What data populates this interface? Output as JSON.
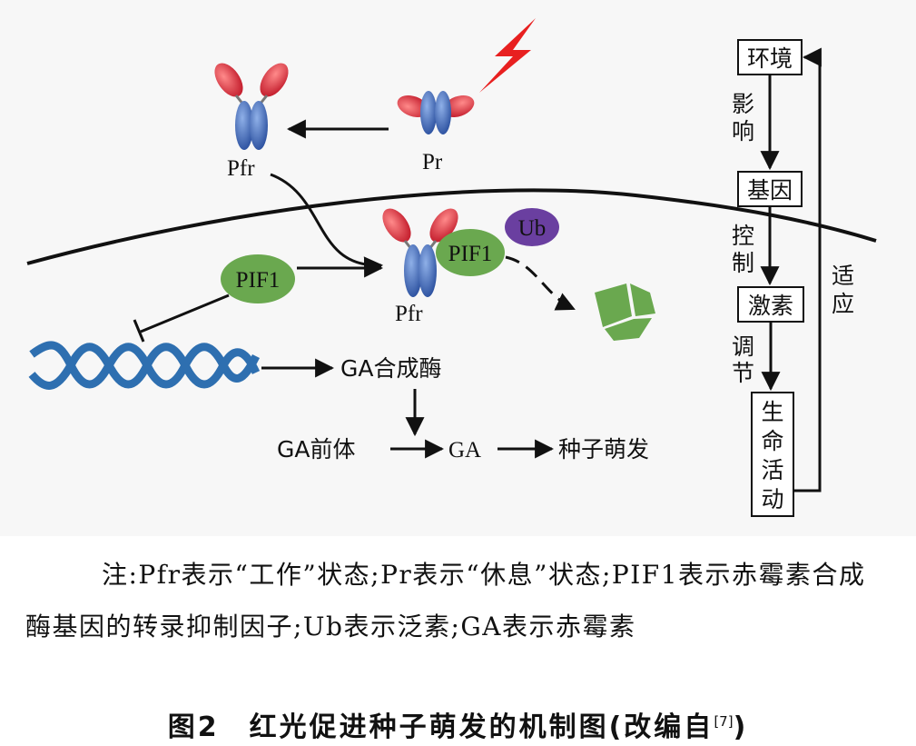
{
  "labels": {
    "pfr_top": "Pfr",
    "pr": "Pr",
    "pfr_bottom": "Pfr",
    "pif1_free": "PIF1",
    "pif1_bound": "PIF1",
    "ub": "Ub",
    "ga_synthase": "GA合成酶",
    "ga_precursor": "GA前体",
    "ga": "GA",
    "germination": "种子萌发"
  },
  "right_chain": {
    "box_environment": "环境",
    "edge_influence": [
      "影",
      "响"
    ],
    "box_gene": "基因",
    "edge_control": [
      "控",
      "制"
    ],
    "box_hormone": "激素",
    "edge_regulate": [
      "调",
      "节"
    ],
    "box_life": [
      "生",
      "命",
      "活",
      "动"
    ],
    "edge_adapt": [
      "适",
      "应"
    ]
  },
  "note": "注:Pfr表示“工作”状态;Pr表示“休息”状态;PIF1表示赤霉素合成酶基因的转录抑制因子;Ub表示泛素;GA表示赤霉素",
  "caption": {
    "text": "图2　红光促进种子萌发的机制图(改编自",
    "ref": "[7]",
    "close": ")"
  },
  "colors": {
    "red_domain": "#d32030",
    "blue_domain": "#3a5fae",
    "green": "#6aa84f",
    "purple": "#6a3fa0",
    "dna": "#2e6fb0",
    "lightning": "#e82020"
  }
}
